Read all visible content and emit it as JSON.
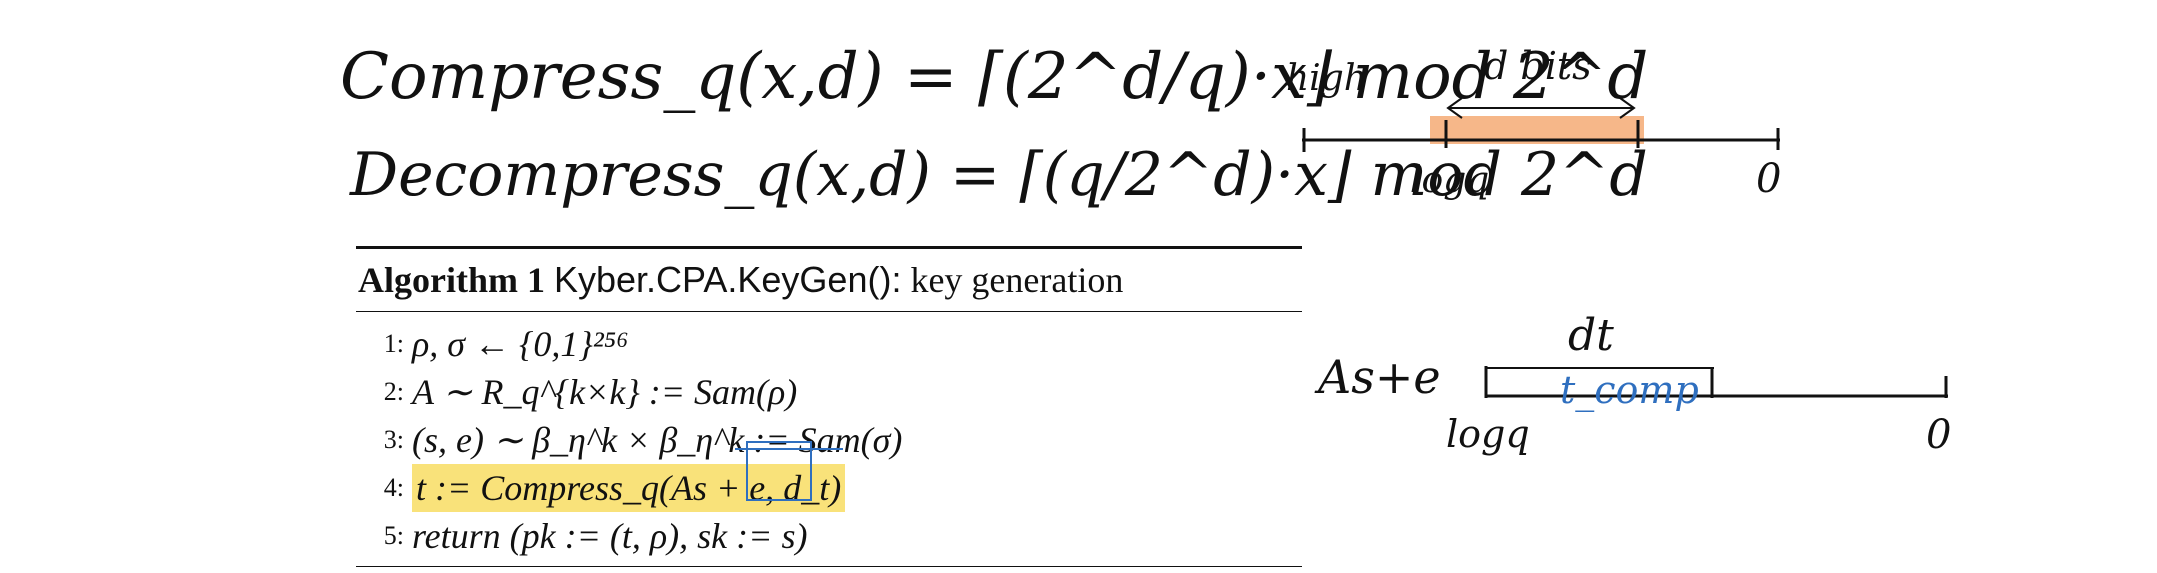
{
  "handwritten": {
    "compress": "Compress_q(x,d) = ⌈(2^d/q)·x⌋ mod 2^d",
    "decompress": "Decompress_q(x,d) = ⌈(q/2^d)·x⌋ mod 2^d"
  },
  "algorithm": {
    "label": "Algorithm 1",
    "name": "Kyber.CPA.KeyGen():",
    "desc": "key generation",
    "lines": [
      {
        "num": "1:",
        "text": "ρ, σ ← {0,1}²⁵⁶"
      },
      {
        "num": "2:",
        "text": "A ∼ R_q^{k×k} := Sam(ρ)"
      },
      {
        "num": "3:",
        "text": "(s, e) ∼ β_η^k × β_η^k := Sam(σ)"
      },
      {
        "num": "4:",
        "text": "t := Compress_q(As + e, d_t)"
      },
      {
        "num": "5:",
        "text": "return  (pk := (t, ρ), sk := s)"
      }
    ]
  },
  "diagram_top": {
    "high": "high",
    "bits": "d bits",
    "logq": "logq",
    "zero": "0",
    "highlight_color": "#f4a56b"
  },
  "diagram_bottom": {
    "expr": "As+e",
    "dt": "dt",
    "tcomp": "t_comp",
    "logq": "logq",
    "zero": "0",
    "accent_color": "#2f6fbf"
  }
}
